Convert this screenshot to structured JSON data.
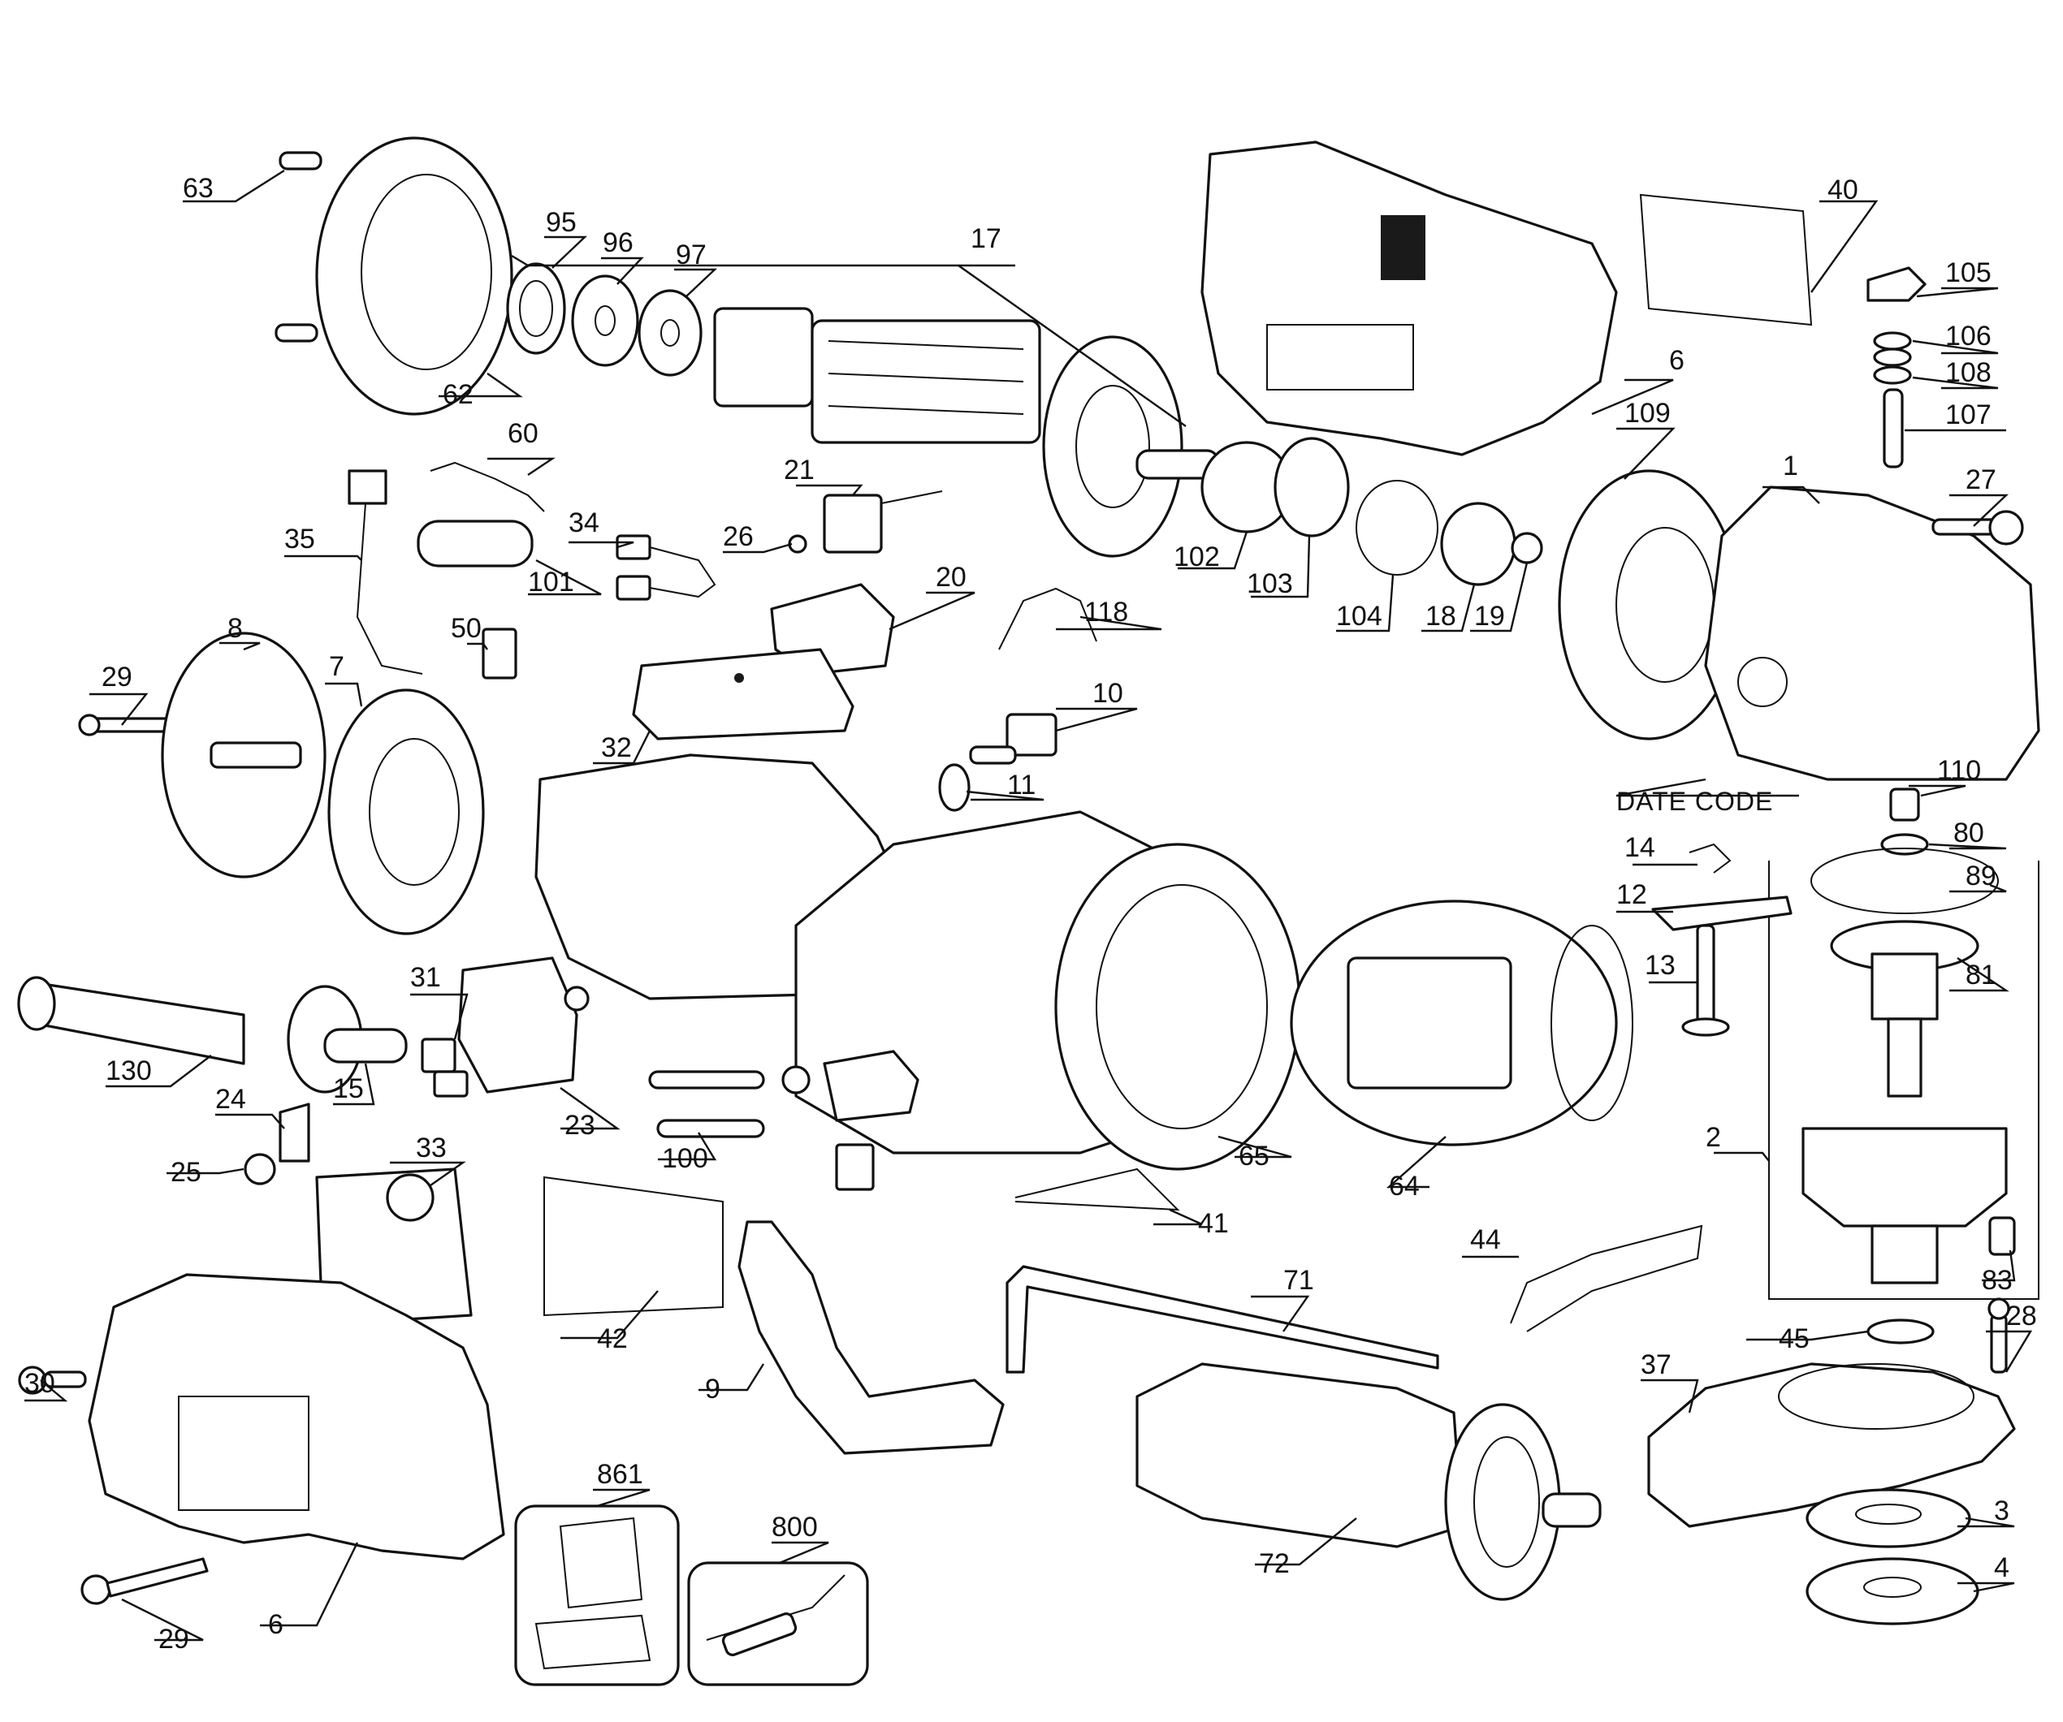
{
  "labels": {
    "l63": "63",
    "l95": "95",
    "l96": "96",
    "l97": "97",
    "l17": "17",
    "l62": "62",
    "l60": "60",
    "l35": "35",
    "l34": "34",
    "l101": "101",
    "l21": "21",
    "l26": "26",
    "l20": "20",
    "l102": "102",
    "l103": "103",
    "l104": "104",
    "l18": "18",
    "l19": "19",
    "l109": "109",
    "l6top": "6",
    "l40": "40",
    "l105": "105",
    "l106": "106",
    "l108": "108",
    "l107": "107",
    "l1": "1",
    "l27": "27",
    "l118": "118",
    "l50": "50",
    "l8": "8",
    "l7": "7",
    "l29top": "29",
    "l32": "32",
    "l10": "10",
    "l11": "11",
    "l110": "110",
    "datecode": "DATE CODE",
    "l14": "14",
    "l80": "80",
    "l89": "89",
    "l12": "12",
    "l13": "13",
    "l81": "81",
    "l31": "31",
    "l130": "130",
    "l15": "15",
    "l24": "24",
    "l23": "23",
    "l25": "25",
    "l100": "100",
    "l65": "65",
    "l64": "64",
    "l2": "2",
    "l41": "41",
    "l33": "33",
    "l42": "42",
    "l44": "44",
    "l83": "83",
    "l71": "71",
    "l28": "28",
    "l45": "45",
    "l37": "37",
    "l9": "9",
    "l30": "30",
    "l861": "861",
    "l800": "800",
    "l72": "72",
    "l3": "3",
    "l4": "4",
    "l29bot": "29",
    "l6bot": "6"
  }
}
